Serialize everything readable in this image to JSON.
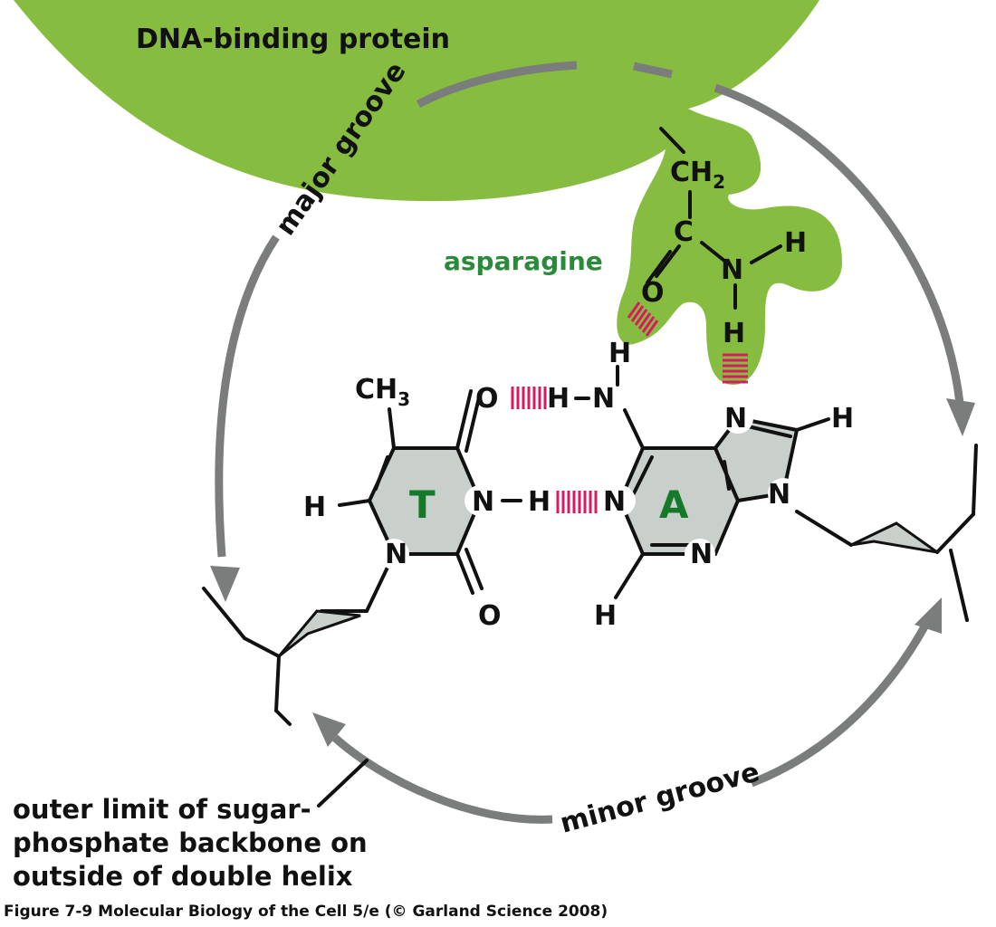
{
  "protein": {
    "label": "DNA-binding protein",
    "color": "#86bc3f"
  },
  "side_chain": {
    "label": "asparagine",
    "label_color": "#2a8a3a",
    "atoms": {
      "ch2": "CH",
      "ch2_sub": "2",
      "c": "C",
      "o": "O",
      "n": "N",
      "h1": "H",
      "h2": "H"
    }
  },
  "grooves": {
    "major": "major groove",
    "minor": "minor groove"
  },
  "bases": {
    "t": "T",
    "a": "A",
    "ring_color": "#c9cfcb"
  },
  "thymine": {
    "ch3": "CH",
    "ch3_sub": "3",
    "o_top": "O",
    "o_bottom": "O",
    "n_bottom": "N",
    "n_right": "N",
    "h_right": "H",
    "h_left": "H"
  },
  "adenine": {
    "h_top": "H",
    "n_amino": "N",
    "h_amino": "H",
    "n_left": "N",
    "n_bottom": "N",
    "n_top5": "N",
    "n_right5": "N",
    "h_right": "H",
    "h_bottom": "H"
  },
  "backbone_note": [
    "outer limit of sugar-",
    "phosphate backbone on",
    "outside of double helix"
  ],
  "hbond_color": "#d81b60",
  "caption": "Figure 7-9  Molecular Biology of the Cell 5/e (© Garland Science 2008)"
}
